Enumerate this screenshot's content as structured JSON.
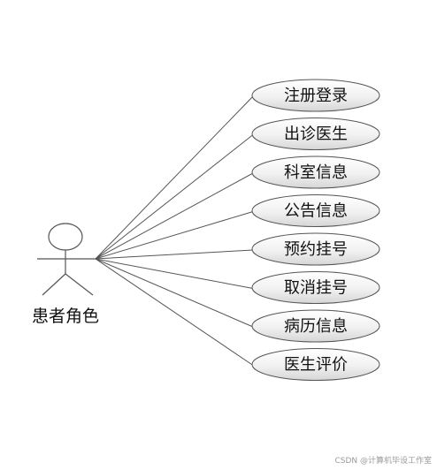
{
  "actor": {
    "label": "患者角色"
  },
  "use_cases": [
    {
      "label": "注册登录"
    },
    {
      "label": "出诊医生"
    },
    {
      "label": "科室信息"
    },
    {
      "label": "公告信息"
    },
    {
      "label": "预约挂号"
    },
    {
      "label": "取消挂号"
    },
    {
      "label": "病历信息"
    },
    {
      "label": "医生评价"
    }
  ],
  "watermark": "CSDN @计算机毕设工作室",
  "colors": {
    "ellipse_fill_top": "#ffffff",
    "ellipse_fill_bottom": "#d9d9d9",
    "stroke": "#555555",
    "text": "#111111"
  }
}
